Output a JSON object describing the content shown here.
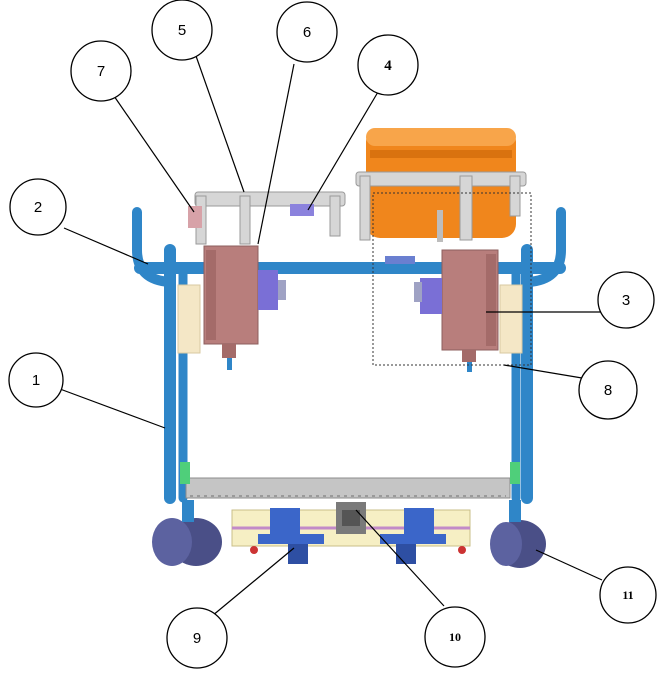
{
  "callouts": [
    {
      "id": "1",
      "label": "1"
    },
    {
      "id": "2",
      "label": "2"
    },
    {
      "id": "3",
      "label": "3"
    },
    {
      "id": "4",
      "label": "4"
    },
    {
      "id": "5",
      "label": "5"
    },
    {
      "id": "6",
      "label": "6"
    },
    {
      "id": "7",
      "label": "7"
    },
    {
      "id": "8",
      "label": "8"
    },
    {
      "id": "9",
      "label": "9"
    },
    {
      "id": "10",
      "label": "10"
    },
    {
      "id": "11",
      "label": "11"
    }
  ],
  "colors": {
    "frame": "#2f86c8",
    "frame_dark": "#1f5f99",
    "orange": "#f28c1e",
    "block": "#b57f7c",
    "purple": "#7a6fd6",
    "wheel": "#4a4f87",
    "cream": "#f4e7c6",
    "gray": "#c9c9c9",
    "green": "#4fcf7a"
  }
}
